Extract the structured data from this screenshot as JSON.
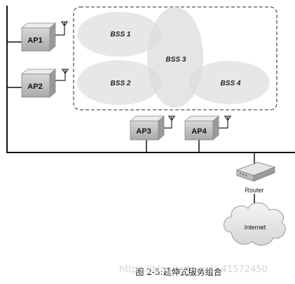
{
  "access_points": {
    "ap1": "AP1",
    "ap2": "AP2",
    "ap3": "AP3",
    "ap4": "AP4"
  },
  "bss": {
    "bss1": "BSS 1",
    "bss2": "BSS 2",
    "bss3": "BSS 3",
    "bss4": "BSS 4"
  },
  "router_label": "Router",
  "internet_label": "Internet",
  "caption": "图 2-5:延伸式服务组合",
  "watermark": "https://blog.csdn.net/_41572450"
}
